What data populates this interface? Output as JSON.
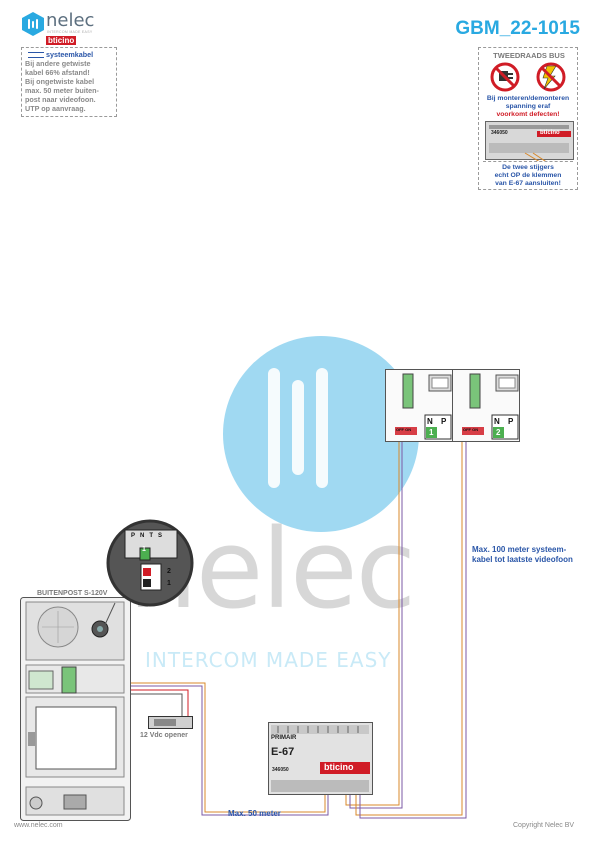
{
  "header": {
    "logo_word": "nelec",
    "logo_sub": "INTERCOM MADE EASY",
    "logo_brand": "bticino",
    "title": "GBM_22-1015"
  },
  "note": {
    "heading": "systeemkabel",
    "lines": [
      "Bij andere getwiste",
      "kabel 66% afstand!",
      "Bij ongetwiste kabel",
      "max. 50 meter buiten-",
      "post naar videofoon.",
      "UTP op aanvraag."
    ]
  },
  "warning": {
    "title": "TWEEDRAADS BUS",
    "mount_text": [
      "Bij monteren/demonteren",
      "spanning eraf",
      "voorkomt defecten!"
    ],
    "riser_text": [
      "De twee stijgers",
      "echt OP de klemmen",
      "van E-67 aansluiten!"
    ],
    "unit_code": "346050",
    "unit_brand": "bticino"
  },
  "panel": {
    "label": "BUITENPOST S-120V",
    "terminal_letters": [
      "P",
      "N",
      "T",
      "S"
    ],
    "terminal_value": "1",
    "switch_labels": [
      "2",
      "1"
    ]
  },
  "opener_label": "12 Vdc opener",
  "power_supply": {
    "primair": "PRIMAIR",
    "model": "E-67",
    "code": "346050",
    "brand": "bticino"
  },
  "videophones": [
    {
      "n_label": "N",
      "p_label": "P",
      "value": "1",
      "onoff": "OFF ON"
    },
    {
      "n_label": "N",
      "p_label": "P",
      "value": "2",
      "onoff": "OFF ON"
    }
  ],
  "cable_labels": {
    "max100": [
      "Max. 100 meter systeem-",
      "kabel tot laatste videofoon"
    ],
    "max50": "Max. 50 meter"
  },
  "watermark": {
    "word": "nelec",
    "tagline": "INTERCOM MADE EASY"
  },
  "footer": {
    "website": "www.nelec.com",
    "copyright": "Copyright Nelec BV"
  },
  "colors": {
    "brand_blue": "#29a9e1",
    "text_blue": "#2a56a8",
    "bticino_red": "#d01c26",
    "wire_orange": "#d9892b",
    "wire_purple": "#7b5aa6",
    "terminal_green": "#4caf50"
  }
}
